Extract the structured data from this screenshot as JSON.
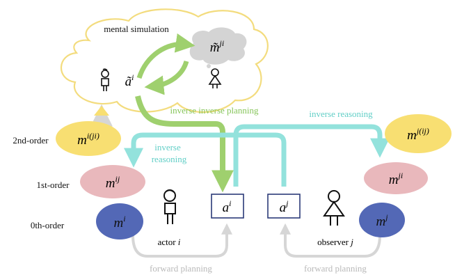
{
  "thought_cloud": {
    "title": "mental simulation",
    "imagined_action": {
      "base": "ã",
      "sup": "i"
    },
    "imagined_model": {
      "base": "m̃",
      "sup": "ji"
    }
  },
  "order_labels": {
    "second": "2nd-order",
    "first": "1st-order",
    "zeroth": "0th-order"
  },
  "models": {
    "second_order_i": {
      "base": "m",
      "sup": "i(ji)"
    },
    "first_order_i": {
      "base": "m",
      "sup": "ij"
    },
    "zeroth_order_i": {
      "base": "m",
      "sup": "i"
    },
    "second_order_j": {
      "base": "m",
      "sup": "j(ij)"
    },
    "first_order_j": {
      "base": "m",
      "sup": "ji"
    },
    "zeroth_order_j": {
      "base": "m",
      "sup": "j"
    }
  },
  "actions": {
    "actor_action": {
      "base": "a",
      "sup": "i"
    },
    "observer_action": {
      "base": "a",
      "sup": "j"
    }
  },
  "agents": {
    "actor": {
      "label": "actor",
      "var": "i"
    },
    "observer": {
      "label": "observer",
      "var": "j"
    }
  },
  "arrow_labels": {
    "inverse_inverse_planning": "inverse inverse planning",
    "inverse_reasoning_right": "inverse reasoning",
    "inverse_reasoning_left_line1": "inverse",
    "inverse_reasoning_left_line2": "reasoning",
    "forward_planning_left": "forward planning",
    "forward_planning_right": "forward planning"
  },
  "colors": {
    "cloud_stroke": "#f3dc7e",
    "green_arrow": "#9fd06e",
    "green_text": "#86c55a",
    "cyan_arrow": "#93e2dc",
    "cyan_text": "#63cfc7",
    "gray_arrow": "#d6d6d6",
    "gray_text": "#b9b9b9",
    "yellow_ellipse": "#f8df72",
    "pink_ellipse": "#e9b8bc",
    "blue_ellipse": "#5368b6",
    "action_box_stroke": "#2b3a78",
    "thought_bubble": "#d4d4d4"
  }
}
